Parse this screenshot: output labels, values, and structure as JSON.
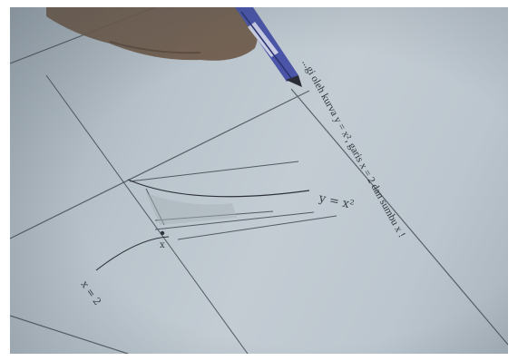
{
  "photo": {
    "caption_line": "...gi oleh kurva y = x², garis x = 2 dan sumbu x !",
    "curve_label": "y = x²",
    "line_label": "x = 2",
    "axis_label": "x"
  },
  "colors": {
    "paper": "#bcc6ce",
    "ink": "#3a3f46",
    "skin": "#6e5a4a",
    "pen_body": "#4a55a8"
  },
  "icons": [
    "pen",
    "hand"
  ]
}
